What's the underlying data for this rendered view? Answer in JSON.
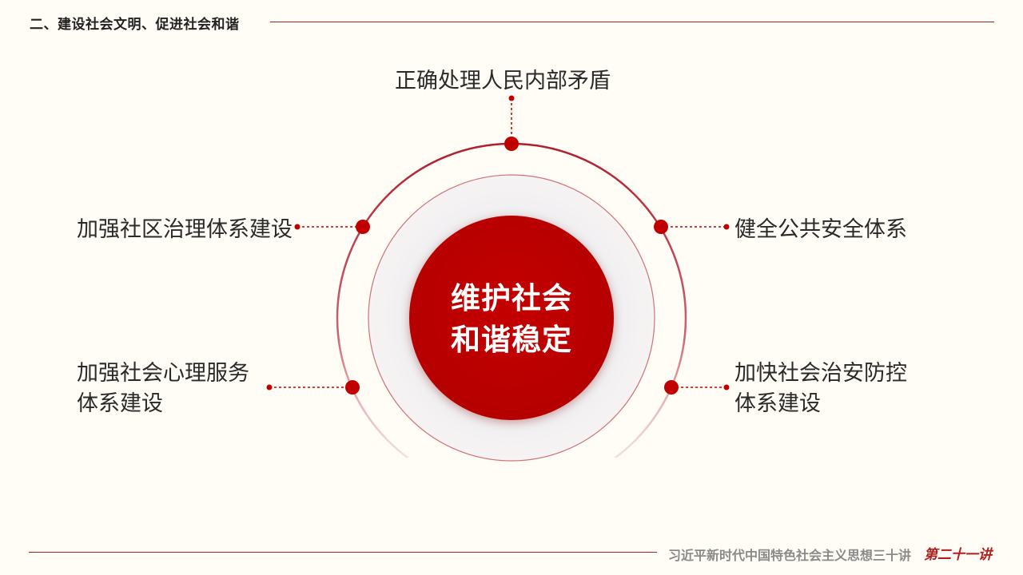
{
  "header": {
    "title": "二、建设社会文明、促进社会和谐"
  },
  "diagram": {
    "center": "维护社会\n和谐稳定",
    "items": [
      "正确处理人民内部矛盾",
      "加强社区治理体系建设",
      "健全公共安全体系",
      "加强社会心理服务\n体系建设",
      "加快社会治安防控\n体系建设"
    ]
  },
  "footer": {
    "series": "习近平新时代中国特色社会主义思想三十讲",
    "lecture": "第二十一讲"
  },
  "colors": {
    "accent": "#c00000",
    "ring": "#b22234",
    "background": "#fffdf5",
    "inner_disc": "#efefef"
  }
}
